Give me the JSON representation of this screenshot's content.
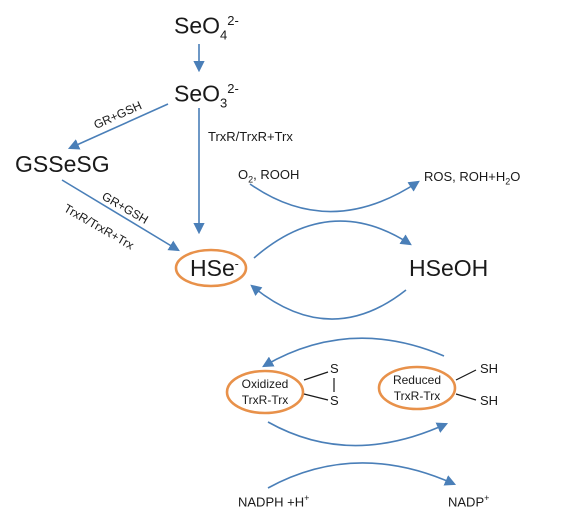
{
  "species": {
    "selenate": {
      "base": "SeO",
      "sub": "4",
      "sup": "2-"
    },
    "selenite": {
      "base": "SeO",
      "sub": "3",
      "sup": "2-"
    },
    "gsseg": "GSSeSG",
    "hydrogen_selenide": {
      "base": "HSe",
      "sup": "-"
    },
    "hseoh": "HSeOH"
  },
  "reactions": {
    "gr_gsh_top": "GR+GSH",
    "trxr_vertical": "TrxR/TrxR+Trx",
    "gr_gsh_lower": "GR+GSH",
    "trxr_lower": "TrxR/TrxR+Trx"
  },
  "redox": {
    "oxidants": {
      "o": "O",
      "o_sub": "2",
      "rest": ", ROOH"
    },
    "products": {
      "pre": "ROS, ROH+H",
      "h_sub": "2",
      "post": "O"
    }
  },
  "trx": {
    "oxidized_line1": "Oxidized",
    "oxidized_line2": "TrxR-Trx",
    "reduced_line1": "Reduced",
    "reduced_line2": "TrxR-Trx",
    "s_top": "S",
    "s_bottom": "S",
    "sh_top": "SH",
    "sh_bottom": "SH"
  },
  "cofactors": {
    "nadph": {
      "base": "NADPH +H",
      "sup": "+"
    },
    "nadp": {
      "base": "NADP",
      "sup": "+"
    }
  },
  "colors": {
    "arrow": "#4a7fb8",
    "ellipse": "#e8914a",
    "text": "#1a1a1a"
  }
}
